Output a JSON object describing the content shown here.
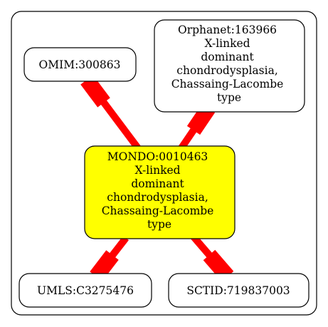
{
  "colors": {
    "edge": "#ff0000",
    "center_fill": "#ffff00",
    "node_fill": "#ffffff",
    "stroke": "#000000"
  },
  "nodes": {
    "omim": {
      "lines": [
        "OMIM:300863"
      ]
    },
    "orphanet": {
      "lines": [
        "Orphanet:163966",
        "X-linked",
        "dominant",
        "chondrodysplasia,",
        "Chassaing-Lacombe",
        "type"
      ]
    },
    "mondo": {
      "lines": [
        "MONDO:0010463",
        "X-linked",
        "dominant",
        "chondrodysplasia,",
        "Chassaing-Lacombe",
        "type"
      ]
    },
    "umls": {
      "lines": [
        "UMLS:C3275476"
      ]
    },
    "sctid": {
      "lines": [
        "SCTID:719837003"
      ]
    }
  }
}
